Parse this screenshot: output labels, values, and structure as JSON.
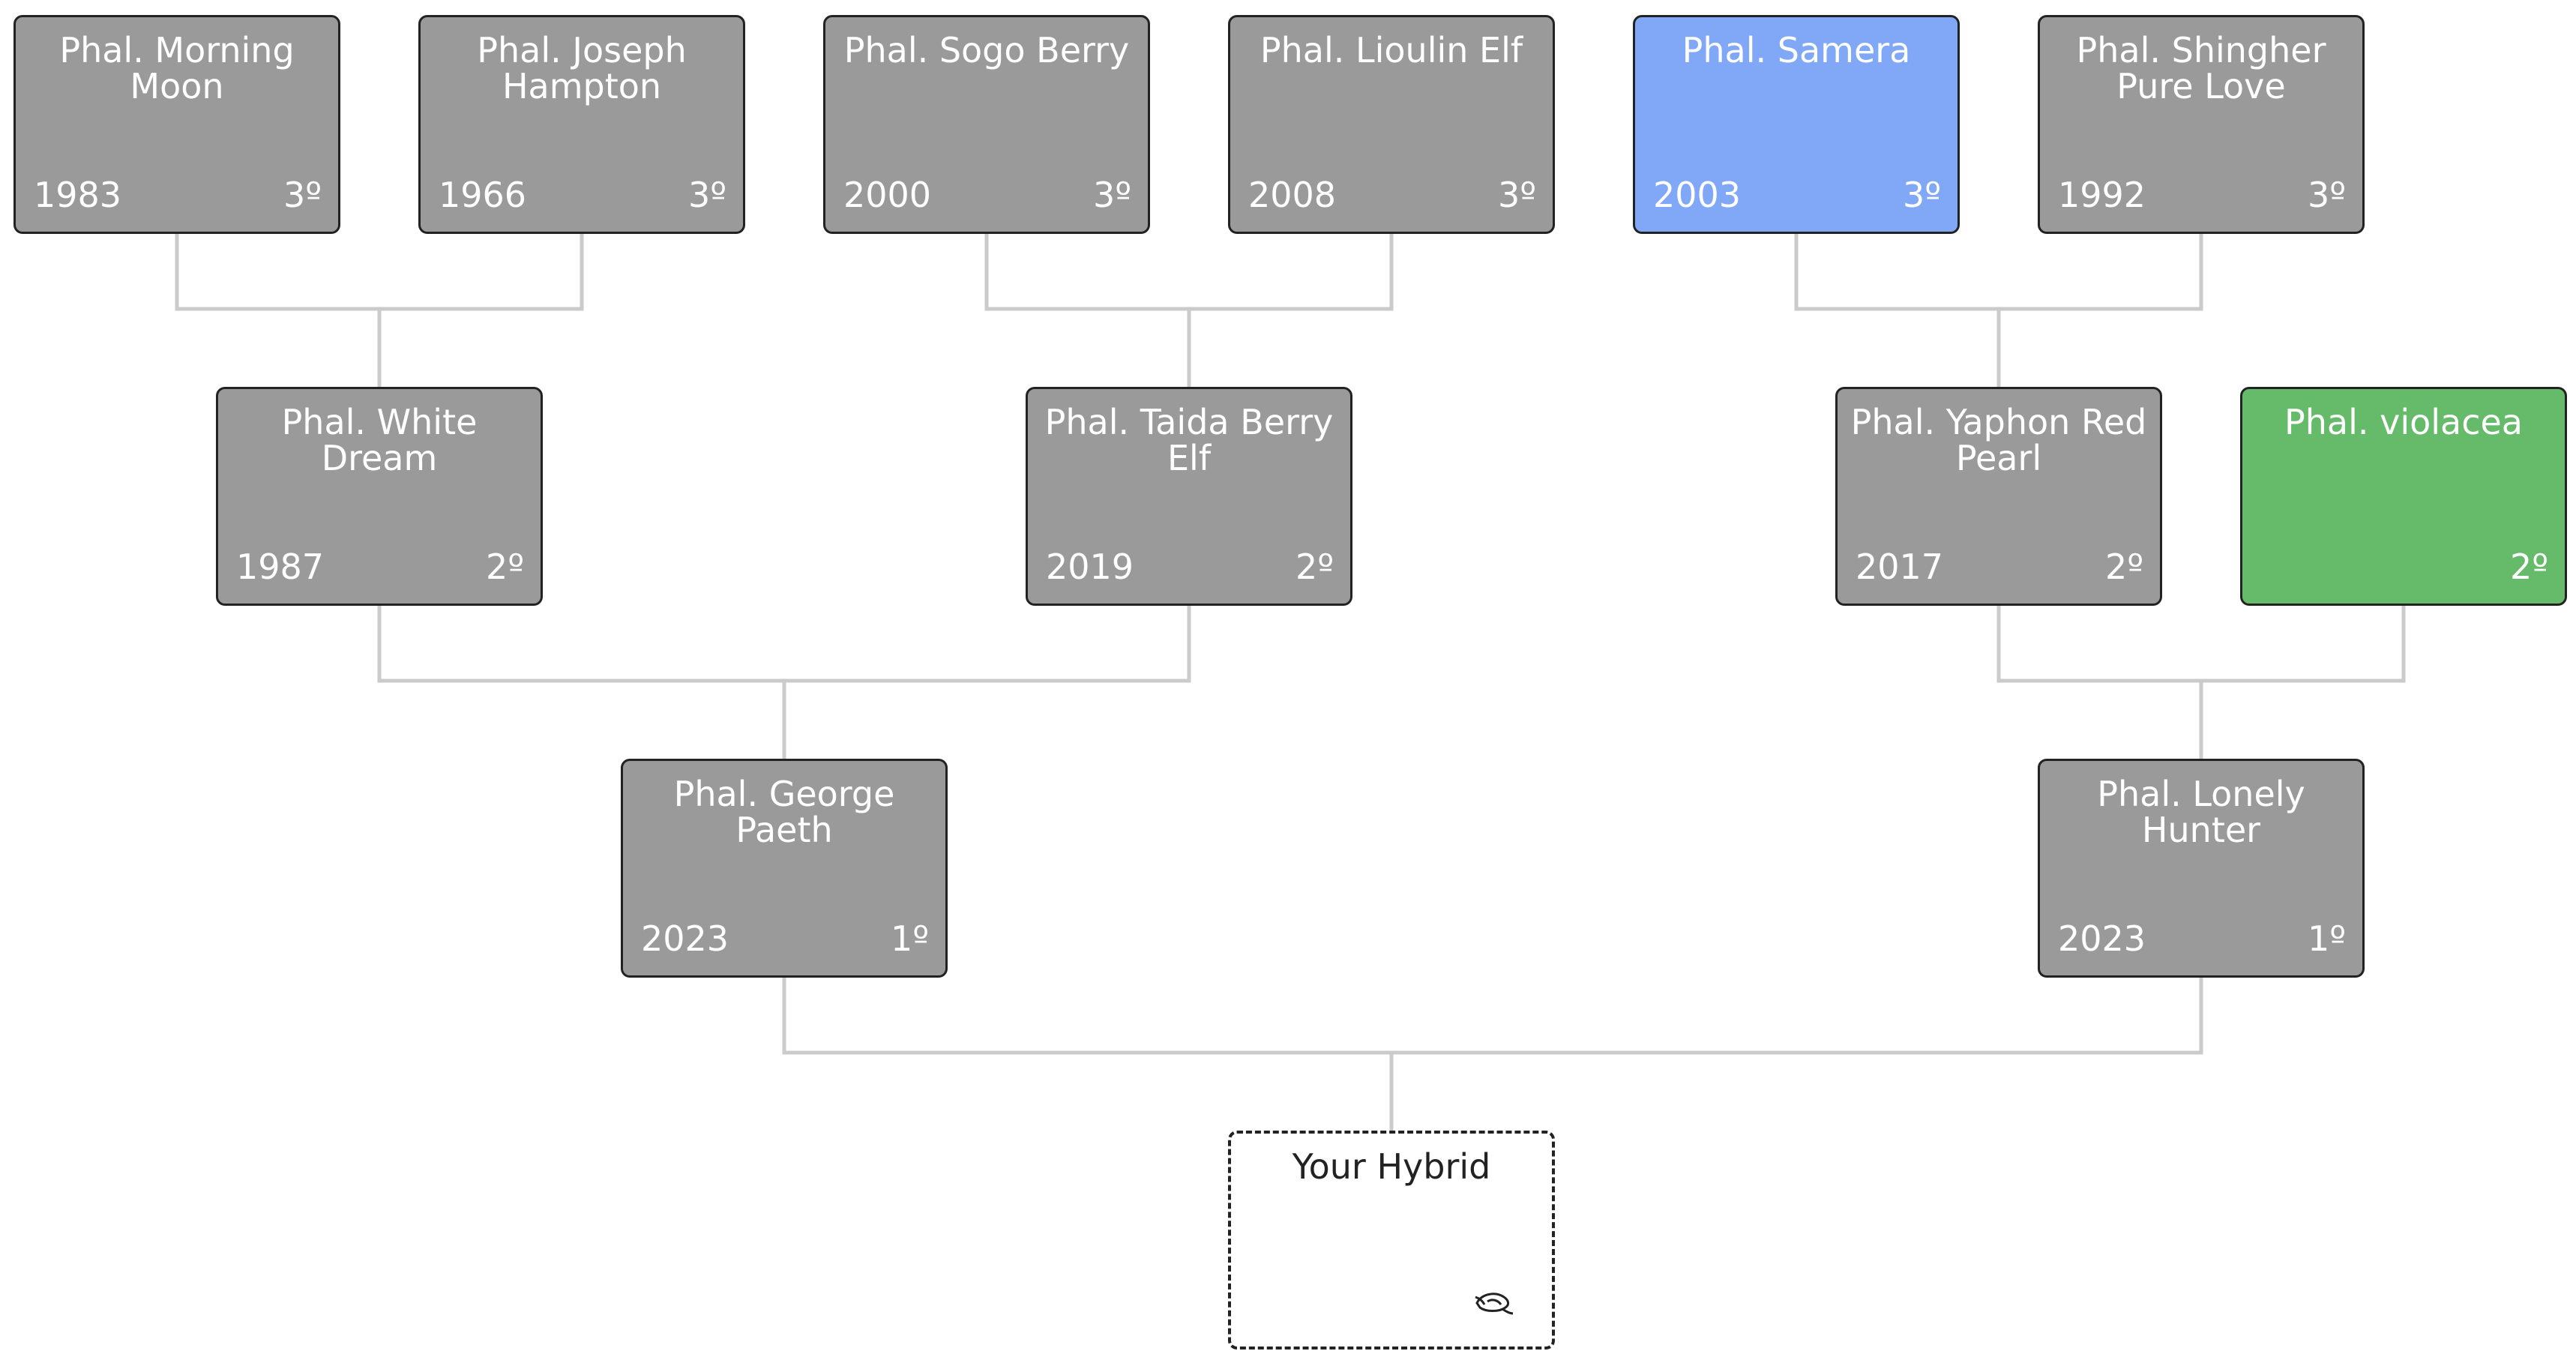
{
  "tree": {
    "great_grandparents": [
      {
        "name": "Phal. Morning Moon",
        "year": "1983",
        "degree": "3º"
      },
      {
        "name": "Phal. Joseph Hampton",
        "year": "1966",
        "degree": "3º"
      },
      {
        "name": "Phal. Sogo Berry",
        "year": "2000",
        "degree": "3º"
      },
      {
        "name": "Phal. Lioulin Elf",
        "year": "2008",
        "degree": "3º"
      },
      {
        "name": "Phal. Samera",
        "year": "2003",
        "degree": "3º",
        "highlight": "#80a8f6"
      },
      {
        "name": "Phal. Shingher Pure Love",
        "year": "1992",
        "degree": "3º"
      }
    ],
    "grandparents": [
      {
        "name": "Phal. White Dream",
        "year": "1987",
        "degree": "2º"
      },
      {
        "name": "Phal. Taida Berry Elf",
        "year": "2019",
        "degree": "2º"
      },
      {
        "name": "Phal. Yaphon Red Pearl",
        "year": "2017",
        "degree": "2º"
      },
      {
        "name": "Phal. violacea",
        "degree": "2º",
        "highlight": "#66bb6a"
      }
    ],
    "parents": [
      {
        "name": "Phal. George Paeth",
        "year": "2023",
        "degree": "1º"
      },
      {
        "name": "Phal. Lonely Hunter",
        "year": "2023",
        "degree": "1º"
      }
    ],
    "hybrid": {
      "name": "Your Hybrid",
      "icon": "orchid-flower-icon"
    }
  },
  "colors": {
    "node_fill": "#9a9a9b",
    "node_text": "#ffffff",
    "connector": "#cbcbcb",
    "species_highlight": "#66bb6a",
    "selected_highlight": "#80a8f6"
  }
}
